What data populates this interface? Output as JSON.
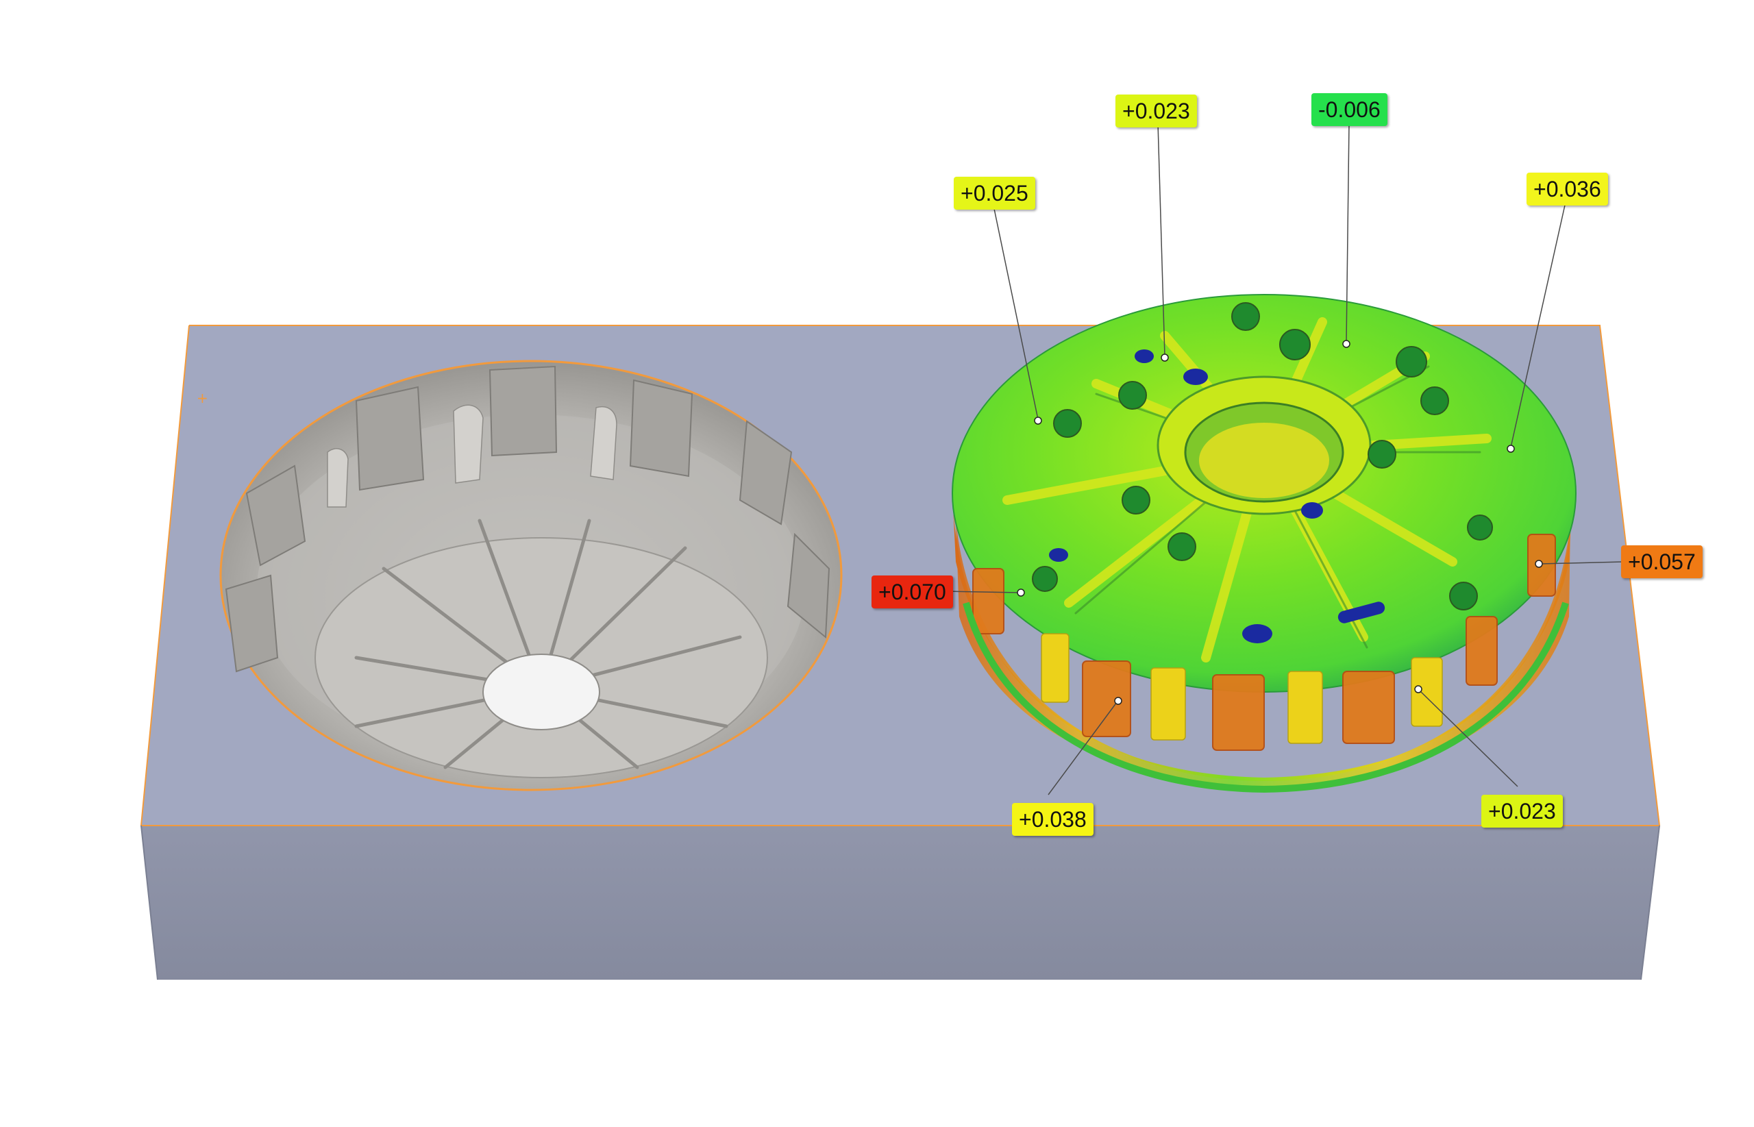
{
  "colors": {
    "block_top": "#a2a8c1",
    "block_front": "#898ea2",
    "block_edge": "#f29a3c",
    "mold_gray": "#b9b7b3",
    "scan_green": "#6fe02a",
    "scan_yellow": "#d8ef1a",
    "scan_orange": "#f07a1c",
    "scan_red": "#e02612",
    "scan_blue": "#1a2aa0"
  },
  "callouts": [
    {
      "id": "c1",
      "value": "+0.023",
      "color": "#dcf514"
    },
    {
      "id": "c2",
      "value": "-0.006",
      "color": "#25e04c"
    },
    {
      "id": "c3",
      "value": "+0.025",
      "color": "#e5f518"
    },
    {
      "id": "c4",
      "value": "+0.036",
      "color": "#f2f51c"
    },
    {
      "id": "c5",
      "value": "+0.057",
      "color": "#f07a14"
    },
    {
      "id": "c6",
      "value": "+0.070",
      "color": "#e8260f"
    },
    {
      "id": "c7",
      "value": "+0.038",
      "color": "#f5f514"
    },
    {
      "id": "c8",
      "value": "+0.023",
      "color": "#dcf514"
    }
  ]
}
